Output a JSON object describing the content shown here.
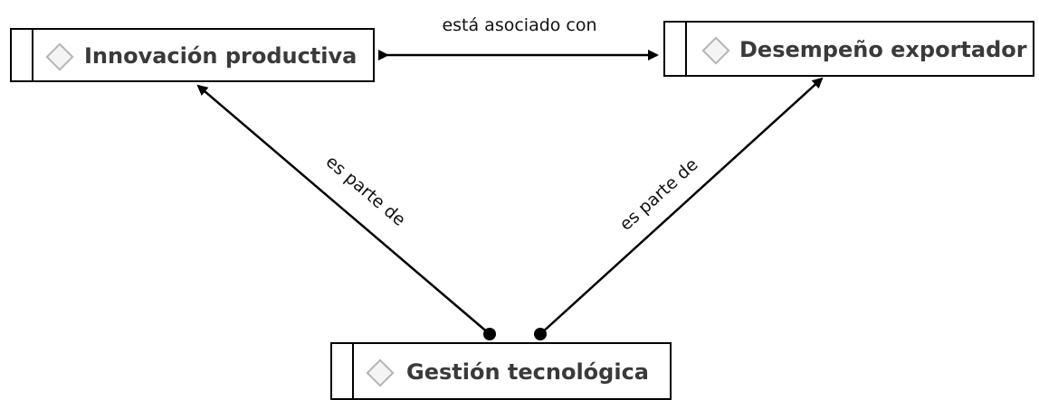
{
  "concepts": {
    "innovacion": {
      "label": "Innovación productiva",
      "icon": "diamond-icon"
    },
    "desempeno": {
      "label": "Desempeño exportador",
      "icon": "diamond-icon"
    },
    "gestion": {
      "label": "Gestión tecnológica",
      "icon": "diamond-icon"
    }
  },
  "links": {
    "asociado": "está asociado con",
    "parte_left": "es parte de",
    "parte_right": "es parte de"
  }
}
